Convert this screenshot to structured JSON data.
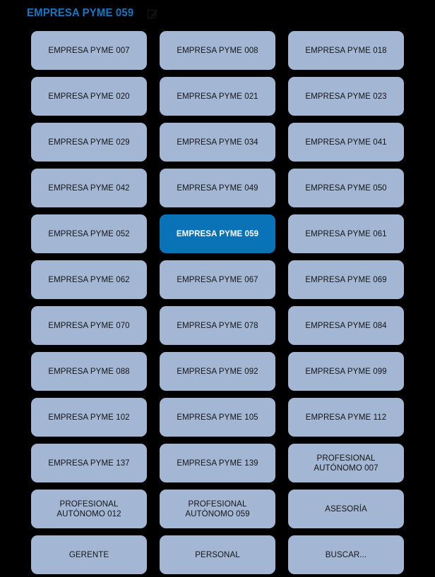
{
  "header": {
    "title": "EMPRESA PYME 059",
    "edit_icon_name": "edit-icon",
    "title_color": "#1478C4"
  },
  "theme": {
    "background": "#000000",
    "button_bg": "#A3B7D4",
    "button_text": "#141414",
    "selected_bg": "#0A73B8",
    "selected_text": "#FFFFFF"
  },
  "grid": {
    "columns": 3,
    "selected_index": 13,
    "items": [
      {
        "label": "EMPRESA PYME 007",
        "lines": [
          "EMPRESA PYME 007"
        ],
        "selected": false
      },
      {
        "label": "EMPRESA PYME 008",
        "lines": [
          "EMPRESA PYME 008"
        ],
        "selected": false
      },
      {
        "label": "EMPRESA PYME 018",
        "lines": [
          "EMPRESA PYME 018"
        ],
        "selected": false
      },
      {
        "label": "EMPRESA PYME 020",
        "lines": [
          "EMPRESA PYME 020"
        ],
        "selected": false
      },
      {
        "label": "EMPRESA PYME 021",
        "lines": [
          "EMPRESA PYME 021"
        ],
        "selected": false
      },
      {
        "label": "EMPRESA PYME 023",
        "lines": [
          "EMPRESA PYME 023"
        ],
        "selected": false
      },
      {
        "label": "EMPRESA PYME 029",
        "lines": [
          "EMPRESA PYME 029"
        ],
        "selected": false
      },
      {
        "label": "EMPRESA PYME 034",
        "lines": [
          "EMPRESA PYME 034"
        ],
        "selected": false
      },
      {
        "label": "EMPRESA PYME 041",
        "lines": [
          "EMPRESA PYME 041"
        ],
        "selected": false
      },
      {
        "label": "EMPRESA PYME 042",
        "lines": [
          "EMPRESA PYME 042"
        ],
        "selected": false
      },
      {
        "label": "EMPRESA PYME 049",
        "lines": [
          "EMPRESA PYME 049"
        ],
        "selected": false
      },
      {
        "label": "EMPRESA PYME 050",
        "lines": [
          "EMPRESA PYME 050"
        ],
        "selected": false
      },
      {
        "label": "EMPRESA PYME 052",
        "lines": [
          "EMPRESA PYME 052"
        ],
        "selected": false
      },
      {
        "label": "EMPRESA PYME 059",
        "lines": [
          "EMPRESA PYME 059"
        ],
        "selected": true
      },
      {
        "label": "EMPRESA PYME 061",
        "lines": [
          "EMPRESA PYME 061"
        ],
        "selected": false
      },
      {
        "label": "EMPRESA PYME 062",
        "lines": [
          "EMPRESA PYME 062"
        ],
        "selected": false
      },
      {
        "label": "EMPRESA PYME 067",
        "lines": [
          "EMPRESA PYME 067"
        ],
        "selected": false
      },
      {
        "label": "EMPRESA PYME 069",
        "lines": [
          "EMPRESA PYME 069"
        ],
        "selected": false
      },
      {
        "label": "EMPRESA PYME 070",
        "lines": [
          "EMPRESA PYME 070"
        ],
        "selected": false
      },
      {
        "label": "EMPRESA PYME 078",
        "lines": [
          "EMPRESA PYME 078"
        ],
        "selected": false
      },
      {
        "label": "EMPRESA PYME 084",
        "lines": [
          "EMPRESA PYME 084"
        ],
        "selected": false
      },
      {
        "label": "EMPRESA PYME 088",
        "lines": [
          "EMPRESA PYME 088"
        ],
        "selected": false
      },
      {
        "label": "EMPRESA PYME 092",
        "lines": [
          "EMPRESA PYME 092"
        ],
        "selected": false
      },
      {
        "label": "EMPRESA PYME 099",
        "lines": [
          "EMPRESA PYME 099"
        ],
        "selected": false
      },
      {
        "label": "EMPRESA PYME 102",
        "lines": [
          "EMPRESA PYME 102"
        ],
        "selected": false
      },
      {
        "label": "EMPRESA PYME 105",
        "lines": [
          "EMPRESA PYME 105"
        ],
        "selected": false
      },
      {
        "label": "EMPRESA PYME 112",
        "lines": [
          "EMPRESA PYME 112"
        ],
        "selected": false
      },
      {
        "label": "EMPRESA PYME 137",
        "lines": [
          "EMPRESA PYME 137"
        ],
        "selected": false
      },
      {
        "label": "EMPRESA PYME 139",
        "lines": [
          "EMPRESA PYME 139"
        ],
        "selected": false
      },
      {
        "label": "PROFESIONAL AUTÓNOMO 007",
        "lines": [
          "PROFESIONAL",
          "AUTÓNOMO 007"
        ],
        "selected": false
      },
      {
        "label": "PROFESIONAL AUTÓNOMO 012",
        "lines": [
          "PROFESIONAL",
          "AUTÓNOMO 012"
        ],
        "selected": false
      },
      {
        "label": "PROFESIONAL AUTÓNOMO 059",
        "lines": [
          "PROFESIONAL",
          "AUTÓNOMO 059"
        ],
        "selected": false
      },
      {
        "label": "ASESORÍA",
        "lines": [
          "ASESORÍA"
        ],
        "selected": false
      },
      {
        "label": "GERENTE",
        "lines": [
          "GERENTE"
        ],
        "selected": false
      },
      {
        "label": "PERSONAL",
        "lines": [
          "PERSONAL"
        ],
        "selected": false
      },
      {
        "label": "BUSCAR...",
        "lines": [
          "BUSCAR..."
        ],
        "selected": false
      }
    ]
  }
}
